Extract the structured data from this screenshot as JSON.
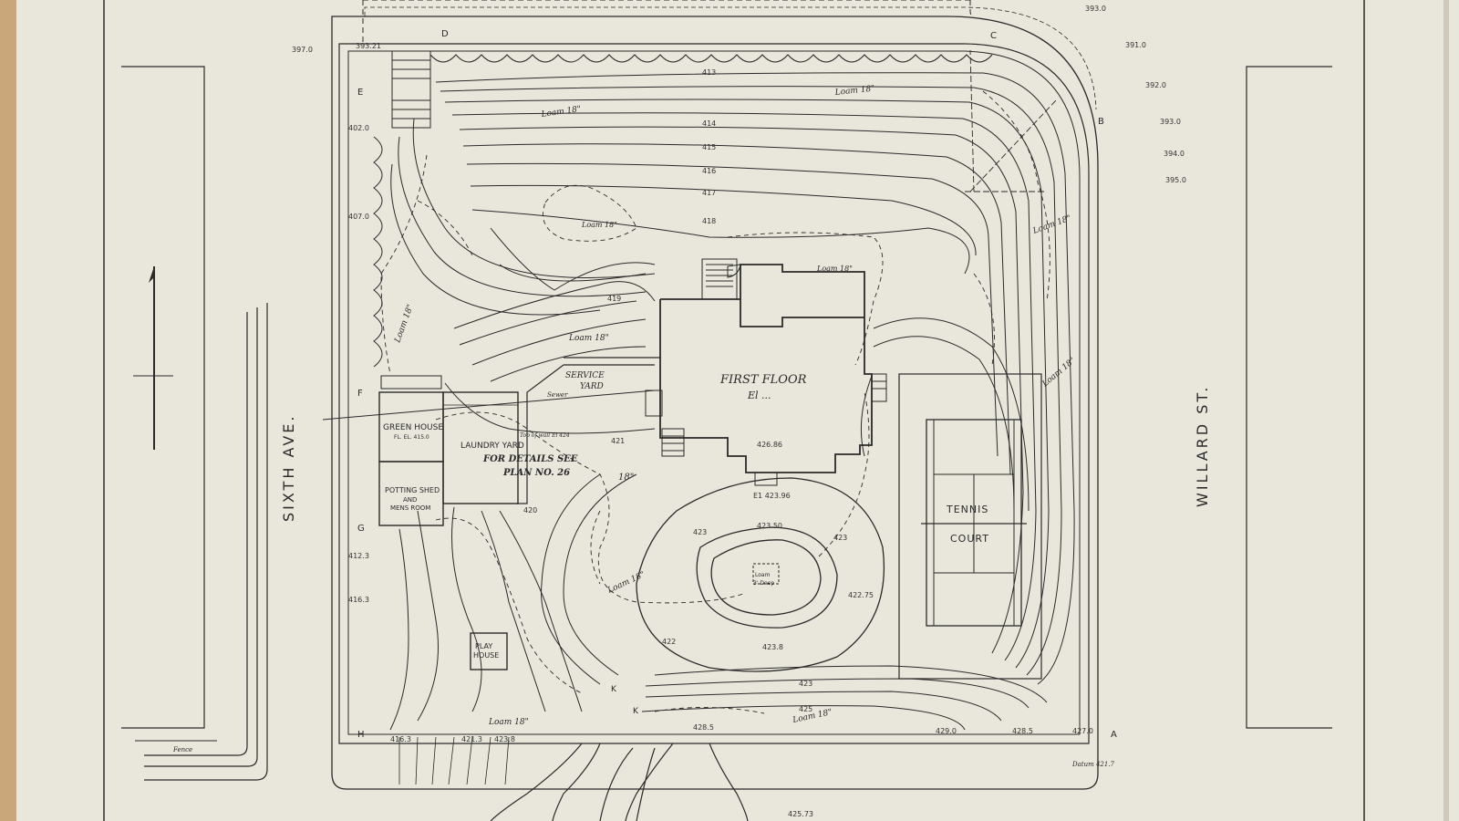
{
  "streets": {
    "sixth_ave": "SIXTH AVE.",
    "willard_st": "WILLARD ST."
  },
  "buildings": {
    "main_house": "FIRST FLOOR",
    "main_house_el": "El ...",
    "green_house": "GREEN HOUSE",
    "green_house_el": "FL. EL. 415.0",
    "potting_shed_1": "POTTING SHED",
    "potting_shed_2": "AND",
    "potting_shed_3": "MENS ROOM",
    "play_house_1": "PLAY",
    "play_house_2": "HOUSE",
    "tennis_court_1": "TENNIS",
    "tennis_court_2": "COURT",
    "laundry_yard": "LAUNDRY YARD",
    "service_yard_1": "SERVICE",
    "service_yard_2": "YARD"
  },
  "notes": {
    "details_1": "FOR DETAILS SEE",
    "details_2": "PLAN NO. 26",
    "datum": "Datum 421.7",
    "fence": "Fence",
    "loam_center_1": "Loam",
    "loam_center_2": "3' Deep",
    "top_of_wall": "Top of wall El 424",
    "sewer": "Sewer"
  },
  "corner_letters": {
    "a": "A",
    "b": "B",
    "c": "C",
    "d": "D",
    "e": "E",
    "f": "F",
    "g": "G",
    "h": "H",
    "k1": "K",
    "k2": "K"
  },
  "loam_labels": [
    "Loam 18\"",
    "Loam 18\"",
    "Loam 18\"",
    "Loam 18\"",
    "Loam 18\"",
    "Loam 18\"",
    "Loam 18\"",
    "Loam 18\"",
    "Loam 18\"",
    "Loam 18\"",
    "Loam 18\"",
    "18\""
  ],
  "contour_labels": [
    "413",
    "414",
    "415",
    "416",
    "417",
    "418",
    "419",
    "420",
    "421",
    "423",
    "423",
    "423",
    "425",
    "422"
  ],
  "elevations": {
    "top_left": "393.21",
    "outside_left": "397.0",
    "right_1": "393.0",
    "right_2": "391.0",
    "right_3": "392.0",
    "right_4": "393.0",
    "right_5": "394.0",
    "right_6": "395.0",
    "el_center": "E1 423.96",
    "el_423_5": "423.50",
    "el_426": "426.86",
    "el_422_75": "422.75",
    "el_423_8": "423.8",
    "el_425_73": "425.73",
    "left_402": "402.0",
    "left_407": "407.0",
    "left_412": "412.3",
    "left_416": "416.3",
    "bottom_1": "416.3",
    "bottom_2": "421.3",
    "bottom_3": "423.8",
    "bottom_4": "428.5",
    "bottom_5": "429.0",
    "bottom_6": "428.5",
    "bottom_7": "427.0"
  }
}
